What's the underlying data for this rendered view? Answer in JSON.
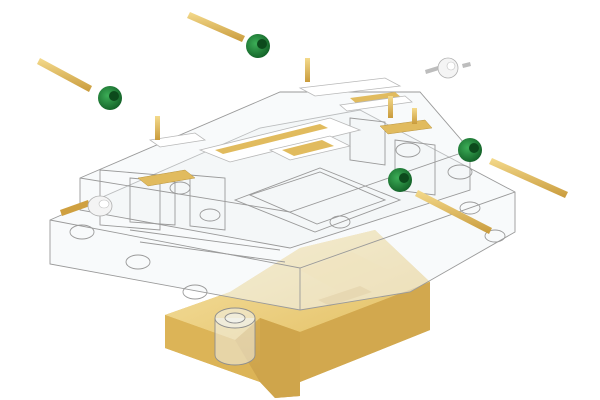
{
  "figure": {
    "kind": "exploded-assembly-render",
    "components": [
      {
        "id": "gold-base-block",
        "material": "gold"
      },
      {
        "id": "transparent-housing",
        "material": "clear"
      },
      {
        "id": "thin-film-substrates",
        "material": "ceramic-gold"
      },
      {
        "id": "gold-pin-connector-1",
        "material": "gold-green"
      },
      {
        "id": "gold-pin-connector-2",
        "material": "gold-green"
      },
      {
        "id": "gold-pin-connector-3",
        "material": "gold-green"
      },
      {
        "id": "gold-pin-connector-4",
        "material": "gold-green"
      },
      {
        "id": "gold-pin-connector-5",
        "material": "gold-green"
      },
      {
        "id": "feedthrough-pin-1",
        "material": "white-ceramic"
      },
      {
        "id": "feedthrough-pin-2",
        "material": "white-ceramic"
      }
    ],
    "colors": {
      "gold": "#e8c46a",
      "gold_dark": "#c9a24a",
      "gold_light": "#f3dc9a",
      "clear_edge": "#9a9a9a",
      "clear_fill": "#eef2f4",
      "green": "#1f8a3a",
      "green_dark": "#13662a",
      "ceramic": "#f4f4f4"
    }
  }
}
